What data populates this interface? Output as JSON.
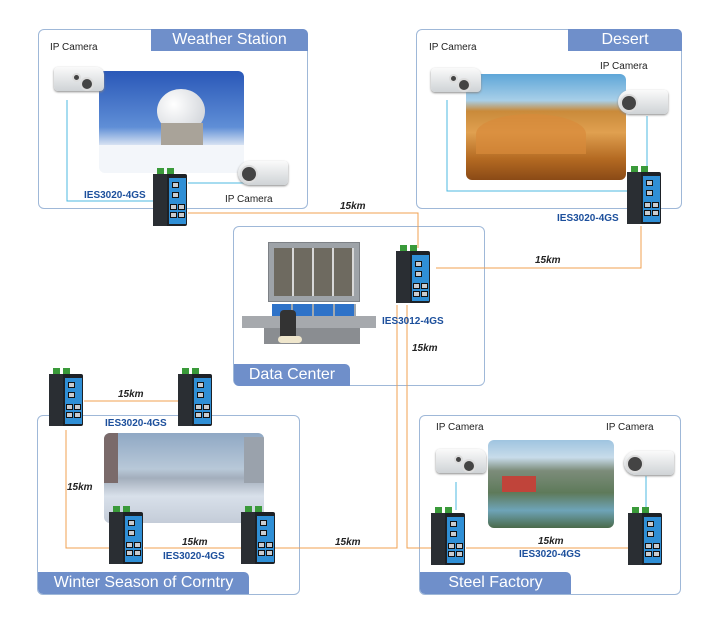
{
  "diagram": {
    "title": "Industrial Ethernet Video Surveillance Network",
    "sites": {
      "weather_station": {
        "label": "Weather Station",
        "cameras": [
          "IP Camera",
          "IP Camera"
        ],
        "switch_model": "IES3020-4GS"
      },
      "desert": {
        "label": "Desert",
        "cameras": [
          "IP Camera",
          "IP Camera"
        ],
        "switch_model": "IES3020-4GS"
      },
      "data_center": {
        "label": "Data Center",
        "switch_model": "IES3012-4GS"
      },
      "winter": {
        "label": "Winter Season of Corntry",
        "switch_model_top": "IES3020-4GS",
        "switch_model_bottom": "IES3020-4GS"
      },
      "steel_factory": {
        "label": "Steel Factory",
        "cameras": [
          "IP Camera",
          "IP Camera"
        ],
        "switch_model": "IES3020-4GS"
      }
    },
    "links": {
      "weather_to_dc": "15km",
      "desert_to_dc": "15km",
      "dc_down": "15km",
      "winter_top": "15km",
      "winter_left": "15km",
      "winter_bottom": "15km",
      "winter_to_dc": "15km",
      "steel_internal": "15km"
    },
    "colors": {
      "fiber_link": "#f0a050",
      "copper_link": "#4cb8e0",
      "site_label_bg": "#6f8fca",
      "model_text": "#1c4f9c",
      "box_border": "#9fb8d8"
    }
  }
}
